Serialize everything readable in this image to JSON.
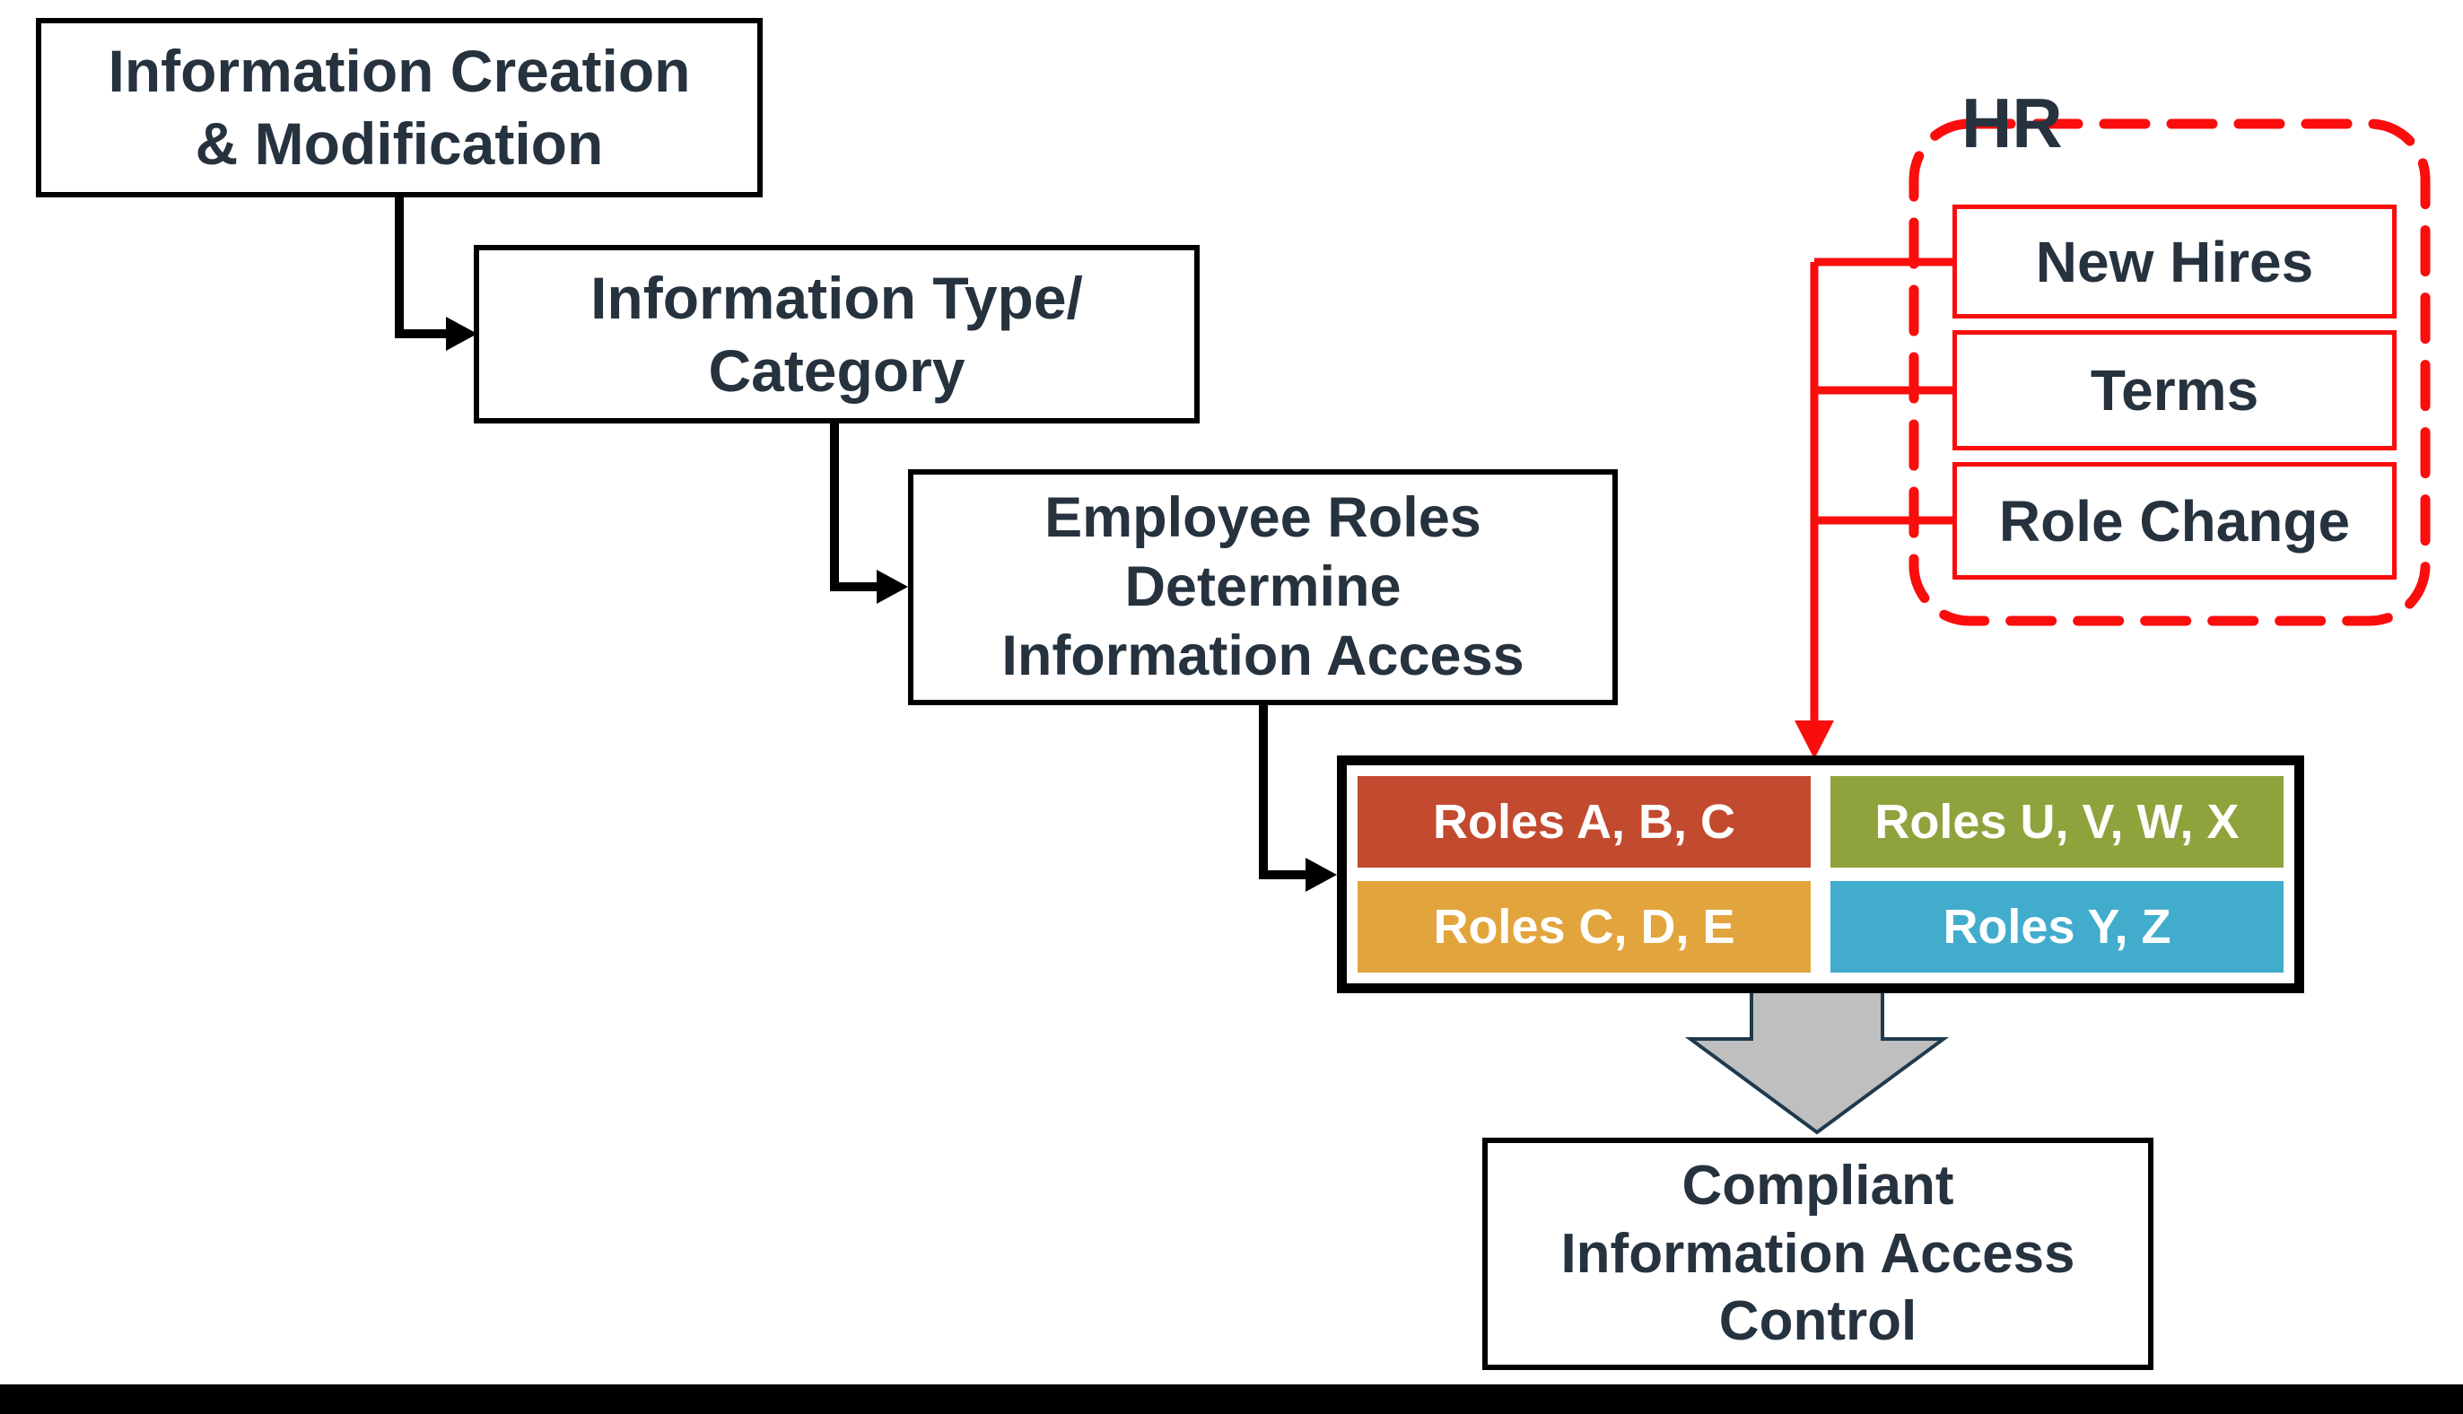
{
  "colors": {
    "background": "#ffffff",
    "ink": "#26323e",
    "line": "#000000",
    "red": "#fa0d0d",
    "gray_arrow_fill": "#bfbfbf",
    "gray_arrow_stroke": "#1f3a4d"
  },
  "flow": {
    "step1": "Information Creation\n& Modification",
    "step2": "Information Type/\nCategory",
    "step3": "Employee Roles\nDetermine\nInformation Access",
    "result": "Compliant\nInformation Access\nControl"
  },
  "roles_matrix": {
    "cells": [
      {
        "label": "Roles A, B, C",
        "color": "#c24a2f"
      },
      {
        "label": "Roles U, V, W, X",
        "color": "#8fa33c"
      },
      {
        "label": "Roles C, D, E",
        "color": "#e2a43c"
      },
      {
        "label": "Roles Y, Z",
        "color": "#41accc"
      }
    ]
  },
  "hr": {
    "label": "HR",
    "events": [
      {
        "label": "New Hires"
      },
      {
        "label": "Terms"
      },
      {
        "label": "Role Change"
      }
    ]
  }
}
